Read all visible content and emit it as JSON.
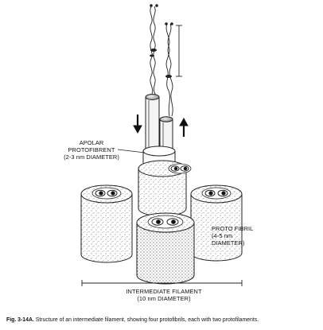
{
  "labels": {
    "apolar_line1": "APOLAR",
    "apolar_line2": "PROTOFIBRENT",
    "apolar_line3": "(2-3 nm DIAMETER)",
    "protofibril_line1": "PROTO FIBRIL",
    "protofibril_line2": "(4-5 nm",
    "protofibril_line3": "DIAMETER)",
    "if_line1": "INTERMEDIATE FILAMENT",
    "if_line2": "(10 nm DIAMETER)"
  },
  "caption": {
    "figure_number": "Fig. 3-14A.",
    "text": "Structure of an intermediate filament, showing four protofibrils, each with two protofilaments."
  }
}
